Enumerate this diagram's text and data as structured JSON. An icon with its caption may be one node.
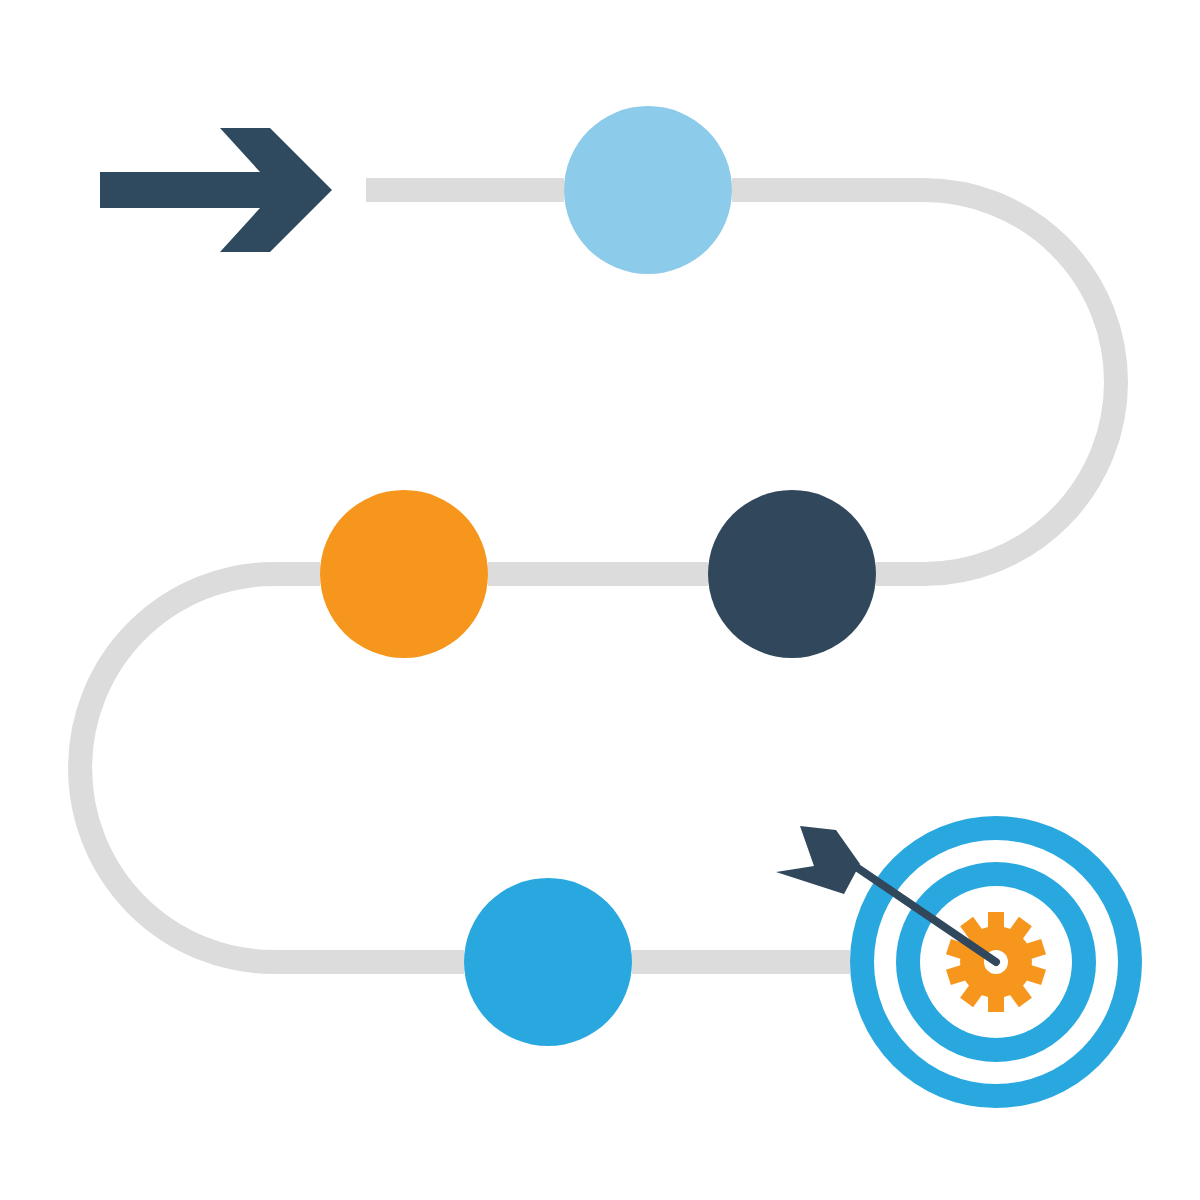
{
  "diagram": {
    "nodes": [
      {
        "text": [],
        "shape": "circle"
      },
      {
        "text": [],
        "shape": "circle"
      },
      {
        "text": [],
        "shape": "circle"
      },
      {
        "text": [],
        "shape": "circle"
      },
      {
        "text": [],
        "shape": "target"
      }
    ],
    "edges": [
      {
        "from": null,
        "to": 0,
        "arrow": "none"
      },
      {
        "from": 0,
        "to": 2,
        "arrow": "none"
      },
      {
        "from": 2,
        "to": 1,
        "arrow": "none"
      },
      {
        "from": 1,
        "to": 3,
        "arrow": "none"
      },
      {
        "from": 3,
        "to": 4,
        "arrow": "none"
      }
    ]
  }
}
